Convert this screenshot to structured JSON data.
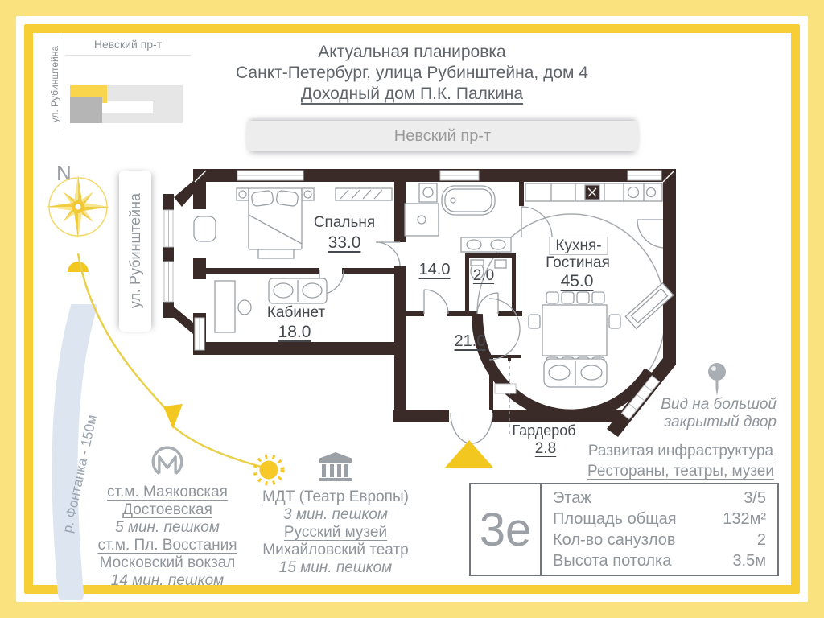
{
  "title": {
    "line1": "Актуальная планировка",
    "line2": "Санкт-Петербург, улица Рубинштейна, дом 4",
    "line3": "Доходный дом П.К. Палкина"
  },
  "streets": {
    "nevsky": "Невский пр-т",
    "rubinshteyna": "ул. Рубинштейна"
  },
  "minimap": {
    "street_top": "Невский пр-т",
    "street_left": "ул. Рубинштейна"
  },
  "compass": {
    "north_label": "N"
  },
  "river": {
    "label": "р. Фонтанка - 150м"
  },
  "plan": {
    "bedroom_name": "Спальня",
    "bedroom_area": "33.0",
    "study_name": "Кабинет",
    "study_area": "18.0",
    "bathroom_area": "14.0",
    "wc_area": "2.0",
    "kitchen_name_1": "Кухня-",
    "kitchen_name_2": "Гостиная",
    "kitchen_area": "45.0",
    "hall_area": "21.0",
    "wardrobe_name": "Гардероб",
    "wardrobe_area": "2.8"
  },
  "metro_block": {
    "l1": "ст.м. Маяковская",
    "l2": "Достоевская",
    "l3": "5 мин. пешком",
    "l4": "ст.м. Пл. Восстания",
    "l5": "Московский вокзал",
    "l6": "14 мин. пешком"
  },
  "culture_block": {
    "l1": "МДТ (Театр Европы)",
    "l2": "3 мин. пешком",
    "l3": "Русский музей",
    "l4": "Михайловский театр",
    "l5": "15 мин. пешком"
  },
  "view_note": {
    "l1": "Вид на большой",
    "l2": "закрытый двор"
  },
  "infrastructure": {
    "l1": "Развитая инфраструктура",
    "l2": "Рестораны, театры, музеи"
  },
  "info_table": {
    "plan_code": "3е",
    "rows": [
      {
        "label": "Этаж",
        "value": "3/5"
      },
      {
        "label": "Площадь общая",
        "value": "132м²"
      },
      {
        "label": "Кол-во санузлов",
        "value": "2"
      },
      {
        "label": "Высота потолка",
        "value": "3.5м"
      }
    ]
  },
  "colors": {
    "frame_outer": "#FAE37E",
    "frame_inner": "#F7CE35",
    "wall": "#3A2A28",
    "accent_yellow": "#F2C71F",
    "text_gray": "#8F959B",
    "river": "#DCE5F0",
    "minimap_highlight": "#F9D54E"
  },
  "icons": [
    "compass-rose-icon",
    "metro-icon",
    "sun-icon",
    "theater-icon",
    "pin-icon",
    "entrance-arrow-icon"
  ]
}
